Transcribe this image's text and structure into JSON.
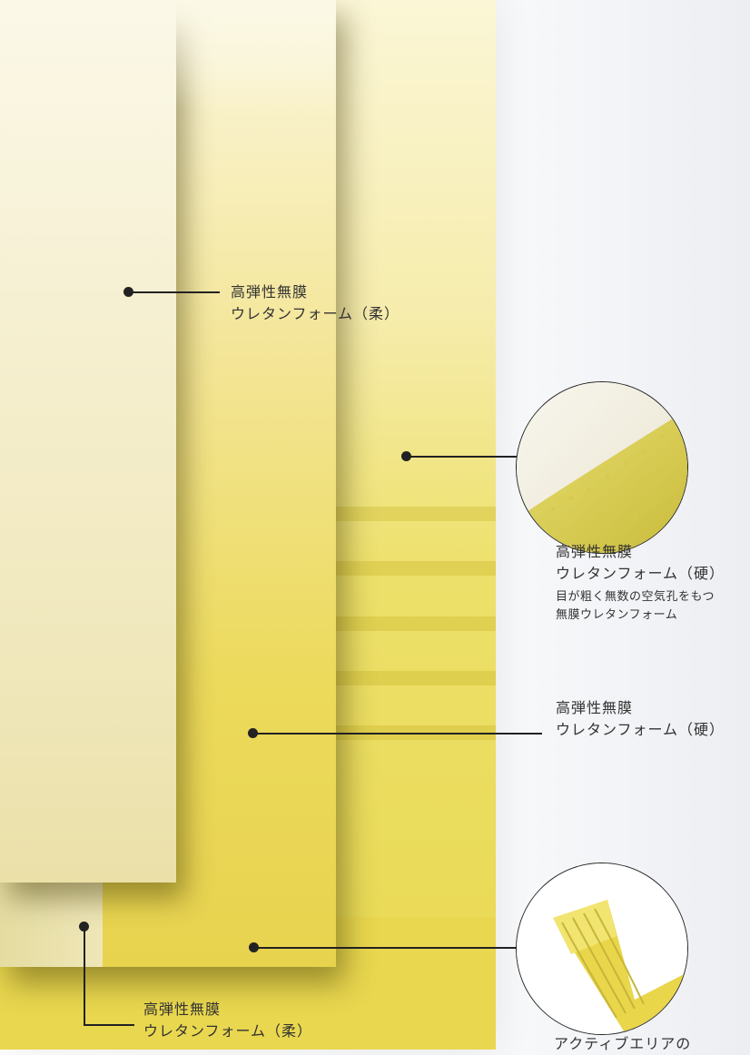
{
  "labels": {
    "soft_top": {
      "line1": "高弾性無膜",
      "line2": "ウレタンフォーム（柔）"
    },
    "hard_zoom": {
      "line1": "高弾性無膜",
      "line2": "ウレタンフォーム（硬）",
      "desc1": "目が粗く無数の空気孔をもつ",
      "desc2": "無膜ウレタンフォーム"
    },
    "hard_mid": {
      "line1": "高弾性無膜",
      "line2": "ウレタンフォーム（硬）"
    },
    "soft_bottom": {
      "line1": "高弾性無膜",
      "line2": "ウレタンフォーム（柔）"
    },
    "active_area": {
      "line1": "アクティブエリアの"
    }
  },
  "icons": [
    "foam-texture-zoom-icon",
    "active-area-ribs-icon"
  ]
}
